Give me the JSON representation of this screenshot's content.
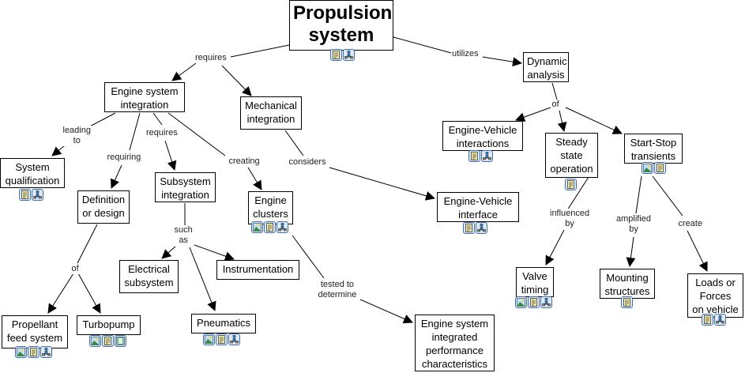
{
  "map_title": "Propulsion system",
  "nodes": [
    {
      "id": "root",
      "text": "Propulsion\nsystem",
      "icons": [
        "document-icon",
        "concept-map-icon"
      ]
    },
    {
      "id": "esi",
      "text": "Engine system\nintegration",
      "icons": []
    },
    {
      "id": "mech",
      "text": "Mechanical\nintegration",
      "icons": []
    },
    {
      "id": "dyn",
      "text": "Dynamic\nanalysis",
      "icons": []
    },
    {
      "id": "sysq",
      "text": "System\nqualification",
      "icons": [
        "document-icon",
        "concept-map-icon"
      ]
    },
    {
      "id": "def",
      "text": "Definition\nor design",
      "icons": []
    },
    {
      "id": "sub",
      "text": "Subsystem\nintegration",
      "icons": []
    },
    {
      "id": "clus",
      "text": "Engine\nclusters",
      "icons": [
        "image-icon",
        "document-icon",
        "concept-map-icon"
      ]
    },
    {
      "id": "evif",
      "text": "Engine-Vehicle\ninterface",
      "icons": [
        "document-icon",
        "concept-map-icon"
      ]
    },
    {
      "id": "evin",
      "text": "Engine-Vehicle\ninteractions",
      "icons": [
        "document-icon",
        "concept-map-icon"
      ]
    },
    {
      "id": "ss",
      "text": "Steady\nstate\noperation",
      "icons": [
        "document-icon"
      ]
    },
    {
      "id": "sst",
      "text": "Start-Stop\ntransients",
      "icons": [
        "image-icon",
        "document-icon"
      ]
    },
    {
      "id": "elec",
      "text": "Electrical\nsubsystem",
      "icons": []
    },
    {
      "id": "inst",
      "text": "Instrumentation",
      "icons": []
    },
    {
      "id": "pneu",
      "text": "Pneumatics",
      "icons": [
        "image-icon",
        "document-icon",
        "concept-map-icon"
      ]
    },
    {
      "id": "prop",
      "text": "Propellant\nfeed system",
      "icons": [
        "image-icon",
        "document-icon",
        "concept-map-icon"
      ]
    },
    {
      "id": "turbo",
      "text": "Turbopump",
      "icons": [
        "image-icon",
        "document-icon",
        "video-icon"
      ]
    },
    {
      "id": "esipc",
      "text": "Engine system\nintegrated\nperformance\ncharacteristics",
      "icons": []
    },
    {
      "id": "valve",
      "text": "Valve\ntiming",
      "icons": [
        "image-icon",
        "document-icon",
        "concept-map-icon"
      ]
    },
    {
      "id": "mount",
      "text": "Mounting\nstructures",
      "icons": [
        "document-icon"
      ]
    },
    {
      "id": "loads",
      "text": "Loads or\nForces\non vehicle",
      "icons": [
        "document-icon",
        "concept-map-icon"
      ]
    }
  ],
  "links": [
    {
      "id": "l_requires",
      "text": "requires",
      "from": [
        "root"
      ],
      "to": [
        "esi",
        "mech"
      ]
    },
    {
      "id": "l_utilizes",
      "text": "utilizes",
      "from": [
        "root"
      ],
      "to": [
        "dyn"
      ]
    },
    {
      "id": "l_leading",
      "text": "leading\nto",
      "from": [
        "esi"
      ],
      "to": [
        "sysq"
      ]
    },
    {
      "id": "l_requiring",
      "text": "requiring",
      "from": [
        "esi"
      ],
      "to": [
        "def"
      ]
    },
    {
      "id": "l_requires2",
      "text": "requires",
      "from": [
        "esi"
      ],
      "to": [
        "sub"
      ]
    },
    {
      "id": "l_creating",
      "text": "creating",
      "from": [
        "esi"
      ],
      "to": [
        "clus"
      ]
    },
    {
      "id": "l_considers",
      "text": "considers",
      "from": [
        "mech"
      ],
      "to": [
        "evif"
      ]
    },
    {
      "id": "l_of",
      "text": "of",
      "from": [
        "dyn"
      ],
      "to": [
        "evin",
        "ss",
        "sst"
      ]
    },
    {
      "id": "l_suchas",
      "text": "such\nas",
      "from": [
        "sub"
      ],
      "to": [
        "elec",
        "inst",
        "pneu"
      ]
    },
    {
      "id": "l_of2",
      "text": "of",
      "from": [
        "def"
      ],
      "to": [
        "prop",
        "turbo"
      ]
    },
    {
      "id": "l_tested",
      "text": "tested to\ndetermine",
      "from": [
        "clus"
      ],
      "to": [
        "esipc"
      ]
    },
    {
      "id": "l_influenced",
      "text": "influenced\nby",
      "from": [
        "sst"
      ],
      "to": [
        "valve"
      ]
    },
    {
      "id": "l_amplified",
      "text": "amplified\nby",
      "from": [
        "sst"
      ],
      "to": [
        "mount"
      ]
    },
    {
      "id": "l_create",
      "text": "create",
      "from": [
        "sst"
      ],
      "to": [
        "loads"
      ]
    }
  ]
}
